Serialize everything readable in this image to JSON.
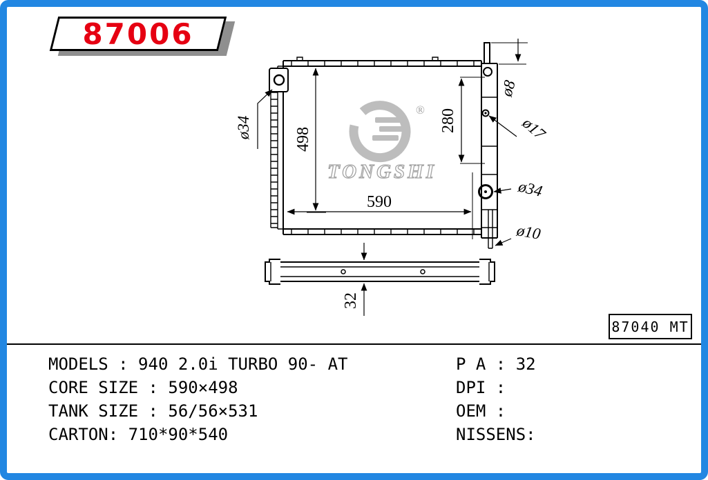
{
  "banner": {
    "part_number": "87006"
  },
  "logo": {
    "brand": "TONGSHI",
    "registered": "®"
  },
  "drawing": {
    "ref_code": "87040 MT",
    "dimensions": {
      "core_width": "590",
      "core_height": "498",
      "tank_span": "280",
      "bar_thickness": "32",
      "left_mount_dia": "ø34",
      "top_pin_dia": "ø8",
      "boss_dia": "ø17",
      "outlet_dia": "ø34",
      "drain_pipe_dia": "ø10"
    }
  },
  "specs": {
    "left": [
      {
        "label": "MODELS : ",
        "value": "940 2.0i TURBO 90- AT"
      },
      {
        "label": "CORE SIZE : ",
        "value": "590×498"
      },
      {
        "label": "TANK SIZE : ",
        "value": "56/56×531"
      },
      {
        "label": "CARTON: ",
        "value": "710*90*540"
      }
    ],
    "right": [
      {
        "label": "P A : ",
        "value": "32"
      },
      {
        "label": "DPI : ",
        "value": ""
      },
      {
        "label": "OEM : ",
        "value": ""
      },
      {
        "label": "NISSENS: ",
        "value": ""
      }
    ]
  },
  "colors": {
    "frame_blue": "#2287e2",
    "part_number_red": "#e60012",
    "logo_gray": "#bdbdbd",
    "banner_shadow_gray": "#8f8f8f"
  }
}
